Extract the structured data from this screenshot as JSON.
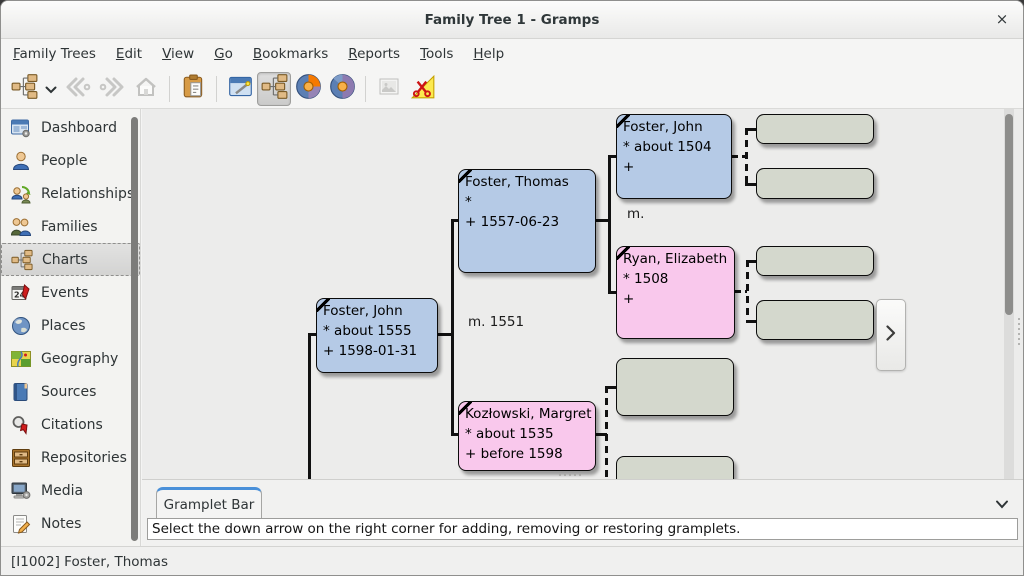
{
  "window": {
    "title": "Family Tree 1 - Gramps",
    "close_glyph": "×"
  },
  "menubar": {
    "items": [
      {
        "mnemonic": "F",
        "rest": "amily Trees"
      },
      {
        "mnemonic": "E",
        "rest": "dit"
      },
      {
        "mnemonic": "V",
        "rest": "iew"
      },
      {
        "mnemonic": "G",
        "rest": "o"
      },
      {
        "mnemonic": "B",
        "rest": "ookmarks"
      },
      {
        "mnemonic": "R",
        "rest": "eports"
      },
      {
        "mnemonic": "T",
        "rest": "ools"
      },
      {
        "mnemonic": "H",
        "rest": "elp"
      }
    ]
  },
  "toolbar": {
    "buttons": [
      {
        "icon": "family-trees-icon",
        "state": "normal"
      },
      {
        "icon": "dropdown-chevron-icon",
        "state": "normal"
      },
      {
        "icon": "back-icon",
        "state": "disabled"
      },
      {
        "icon": "forward-icon",
        "state": "disabled"
      },
      {
        "icon": "home-icon",
        "state": "disabled"
      },
      {
        "icon": "clipboard-icon",
        "state": "normal"
      },
      {
        "icon": "configure-view-icon",
        "state": "normal"
      },
      {
        "icon": "pedigree-view-icon",
        "state": "active"
      },
      {
        "icon": "fan-chart-view-icon",
        "state": "normal"
      },
      {
        "icon": "fan-chart-2-view-icon",
        "state": "normal"
      },
      {
        "icon": "media-preview-icon",
        "state": "disabled"
      },
      {
        "icon": "clip-tools-icon",
        "state": "normal"
      }
    ]
  },
  "sidebar": {
    "selected": "Charts",
    "items": [
      {
        "label": "Dashboard",
        "icon": "dashboard-icon"
      },
      {
        "label": "People",
        "icon": "people-icon"
      },
      {
        "label": "Relationships",
        "icon": "relationships-icon"
      },
      {
        "label": "Families",
        "icon": "families-icon"
      },
      {
        "label": "Charts",
        "icon": "charts-icon"
      },
      {
        "label": "Events",
        "icon": "events-icon"
      },
      {
        "label": "Places",
        "icon": "places-icon"
      },
      {
        "label": "Geography",
        "icon": "geography-icon"
      },
      {
        "label": "Sources",
        "icon": "sources-icon"
      },
      {
        "label": "Citations",
        "icon": "citations-icon"
      },
      {
        "label": "Repositories",
        "icon": "repositories-icon"
      },
      {
        "label": "Media",
        "icon": "media-icon"
      },
      {
        "label": "Notes",
        "icon": "notes-icon"
      }
    ]
  },
  "chart": {
    "persons": [
      {
        "role": "active-person",
        "name": "Foster, John",
        "birth": "* about 1555",
        "death": "+ 1598-01-31"
      },
      {
        "role": "father",
        "name": "Foster, Thomas",
        "birth": "*",
        "death": "+ 1557-06-23"
      },
      {
        "role": "mother",
        "name": "Kozłowski, Margret",
        "birth": "* about 1535",
        "death": "+ before 1598"
      },
      {
        "role": "paternal-grandfather",
        "name": "Foster, John",
        "birth": "* about 1504",
        "death": "+"
      },
      {
        "role": "paternal-grandmother",
        "name": "Ryan, Elizabeth",
        "birth": "* 1508",
        "death": "+"
      }
    ],
    "empty_slot_count": 6,
    "marriage_labels": [
      {
        "text": "m. 1551"
      },
      {
        "text": "m."
      }
    ],
    "colors": {
      "male_box": "#b5cae6",
      "female_box": "#f9c8ec",
      "unknown_box": "#d4d8cd",
      "accent": "#4a90d9"
    }
  },
  "gramplet_bar": {
    "tab_label": "Gramplet Bar",
    "message": "Select the down arrow on the right corner for adding, removing or restoring gramplets."
  },
  "statusbar": {
    "text": "[I1002] Foster, Thomas"
  }
}
